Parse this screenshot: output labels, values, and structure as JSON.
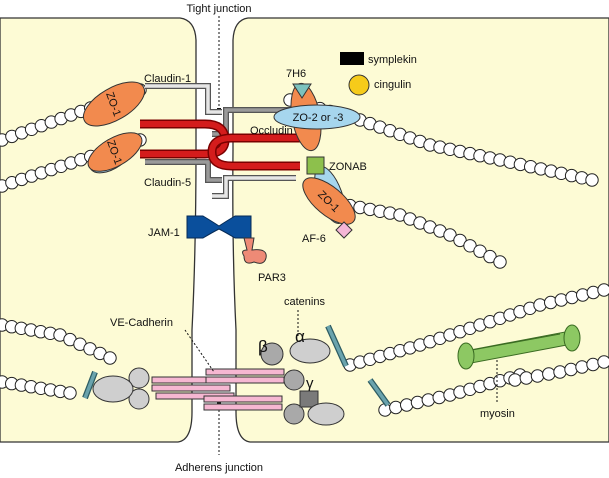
{
  "labels": {
    "tight_junction": "Tight junction",
    "adherens_junction": "Adherens junction",
    "claudin1": "Claudin-1",
    "claudin5": "Claudin-5",
    "occludin": "Occludin",
    "zo1": "ZO-1",
    "zo23": "ZO-2 or -3",
    "h7h6": "7H6",
    "symplekin": "symplekin",
    "cingulin": "cingulin",
    "zonab": "ZONAB",
    "af6": "AF-6",
    "jam1": "JAM-1",
    "par3": "PAR3",
    "ve_cadherin": "VE-Cadherin",
    "catenins": "catenins",
    "alpha": "α",
    "beta": "β",
    "gamma": "γ",
    "myosin": "myosin"
  },
  "colors": {
    "cytoplasm": "#fdfbd5",
    "zo1": "#f28a4e",
    "zo23": "#a6d6ee",
    "occludin": "#d41c1c",
    "jam1": "#0a4f9c",
    "par3": "#ee8a76",
    "symplekin": "#000000",
    "cingulin": "#f6cb1a",
    "h7h6": "#7cc2be",
    "zonab": "#8dc04c",
    "af6": "#f5b6d6",
    "ve_cadherin": "#f6b7d2",
    "actin_linker": "#6aa3ad",
    "myosin": "#8dc863"
  }
}
